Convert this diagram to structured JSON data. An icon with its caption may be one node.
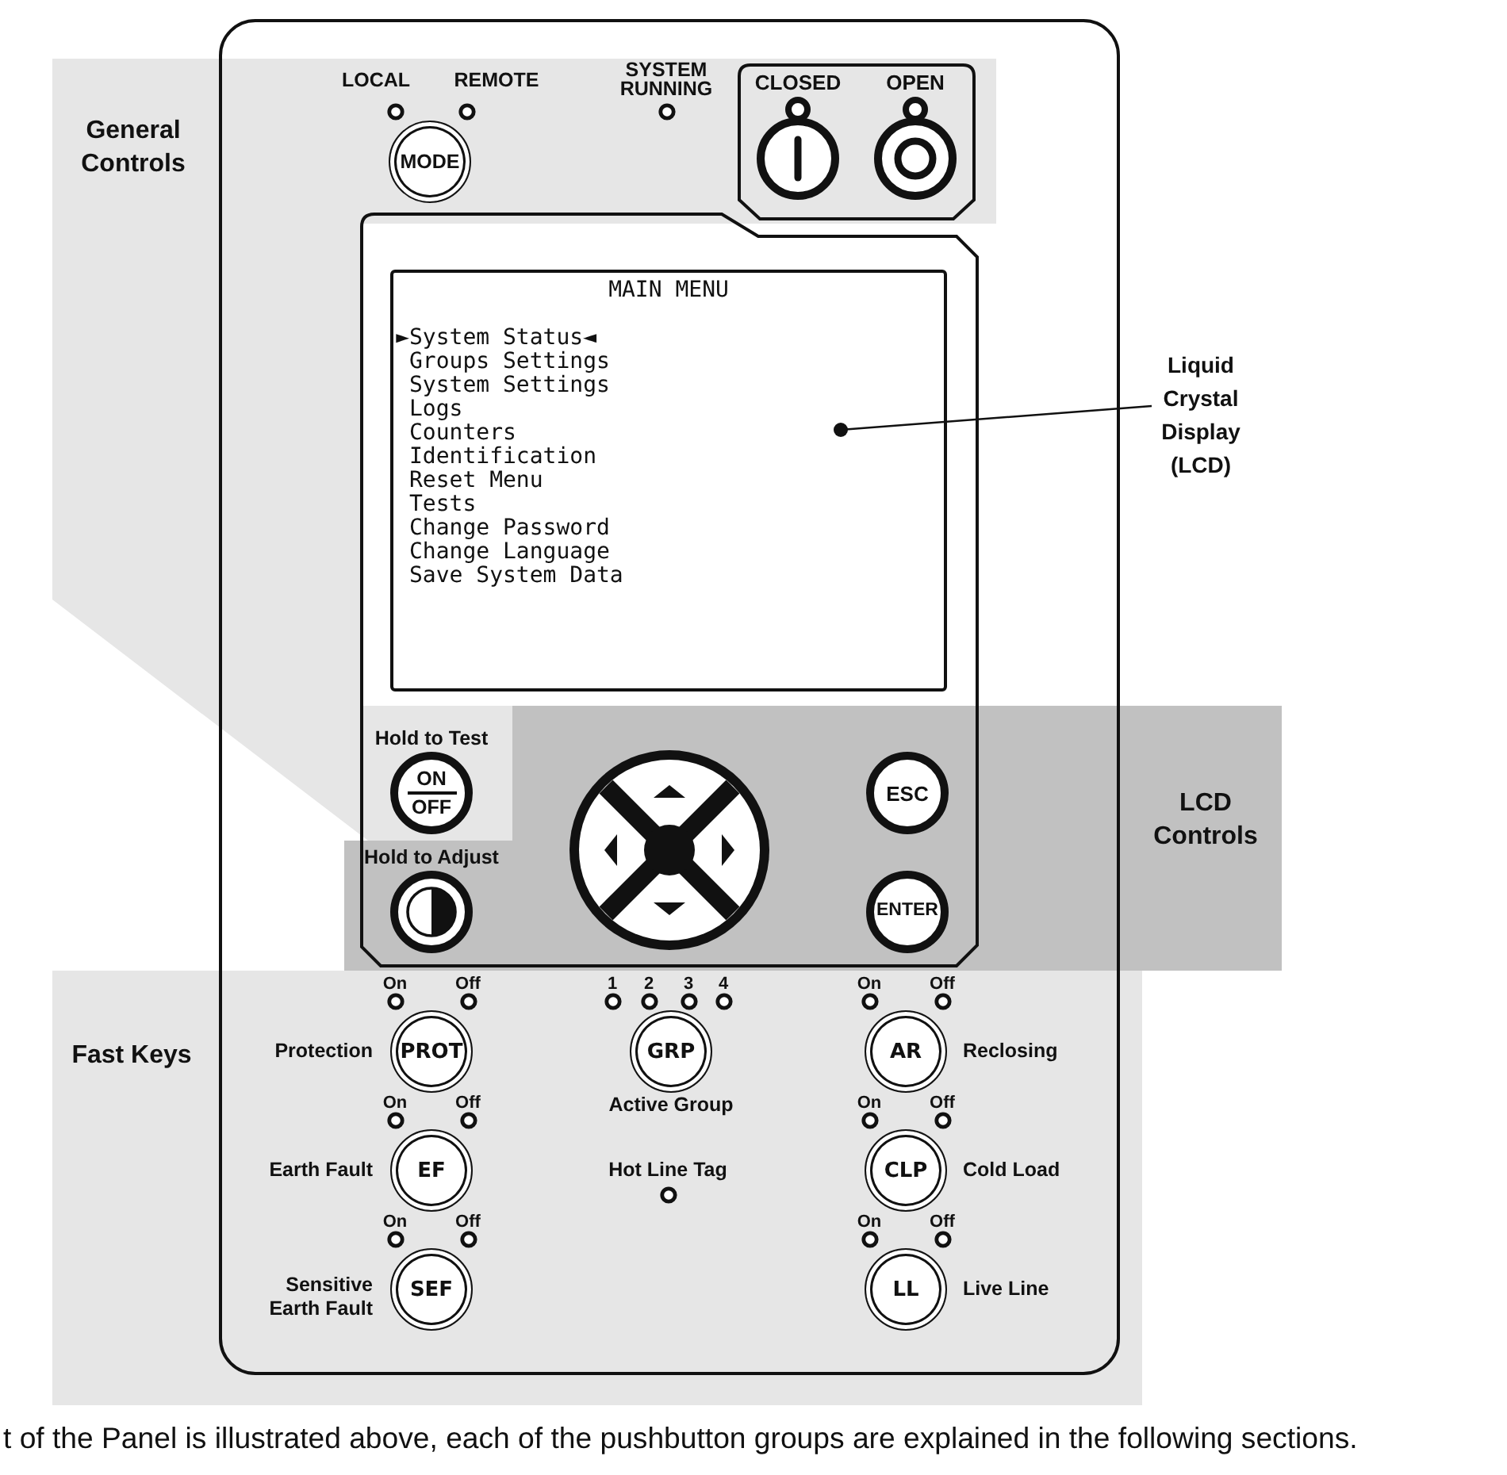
{
  "diagram": {
    "caption": "t of the Panel is illustrated above, each of the pushbutton groups are explained in the following sections.",
    "nodes": [
      {
        "text": [
          "General Controls"
        ]
      },
      {
        "text": [
          "MODE"
        ],
        "in": 0
      },
      {
        "text": [
          "CLOSED",
          "OPEN"
        ],
        "in": 0
      },
      {
        "text": [
          "MAIN MENU",
          "►System Status◄",
          "Groups Settings",
          "System Settings",
          "Logs",
          "Counters",
          "Identification",
          "Reset Menu",
          "Tests",
          "Change Password",
          "Change Language",
          "Save System Data"
        ]
      },
      {
        "text": [
          "Liquid Crystal Display (LCD)"
        ]
      },
      {
        "text": [
          "ON",
          "OFF"
        ],
        "beside": [
          "Hold to Test"
        ]
      },
      {
        "text": [
          "LCD Controls"
        ]
      },
      {
        "text": [
          "ESC"
        ],
        "in": 6
      },
      {
        "text": [],
        "shape": "circle",
        "beside": [
          "Hold to Adjust"
        ],
        "in": 6
      },
      {
        "text": [
          "ENTER"
        ],
        "in": 6
      },
      {
        "text": [
          "Fast Keys"
        ]
      },
      {
        "text": [
          "PROT"
        ],
        "in": 10,
        "beside": [
          "Protection"
        ]
      },
      {
        "text": [
          "GRP"
        ],
        "in": 10,
        "beside": [
          "Active Group"
        ]
      },
      {
        "text": [
          "AR"
        ],
        "in": 10,
        "beside": [
          "Reclosing"
        ]
      },
      {
        "text": [
          "EF"
        ],
        "in": 10,
        "beside": [
          "Earth Fault"
        ]
      },
      {
        "text": [
          "CLP"
        ],
        "in": 10,
        "beside": [
          "Cold Load"
        ]
      },
      {
        "text": [
          "SEF"
        ],
        "in": 10,
        "beside": [
          "Sensitive Earth Fault"
        ]
      },
      {
        "text": [
          "LL"
        ],
        "in": 10,
        "beside": [
          "Live Line"
        ]
      }
    ],
    "edges": [
      {
        "from": 4,
        "to": 3,
        "arrow": "other"
      }
    ],
    "labels": [
      "LOCAL",
      "REMOTE",
      "SYSTEM RUNNING",
      "On",
      "Off",
      "1",
      "2",
      "3",
      "4",
      "On",
      "Off",
      "On",
      "Off",
      "On",
      "Off",
      "Hot Line Tag",
      "On",
      "Off",
      "On",
      "Off"
    ]
  }
}
